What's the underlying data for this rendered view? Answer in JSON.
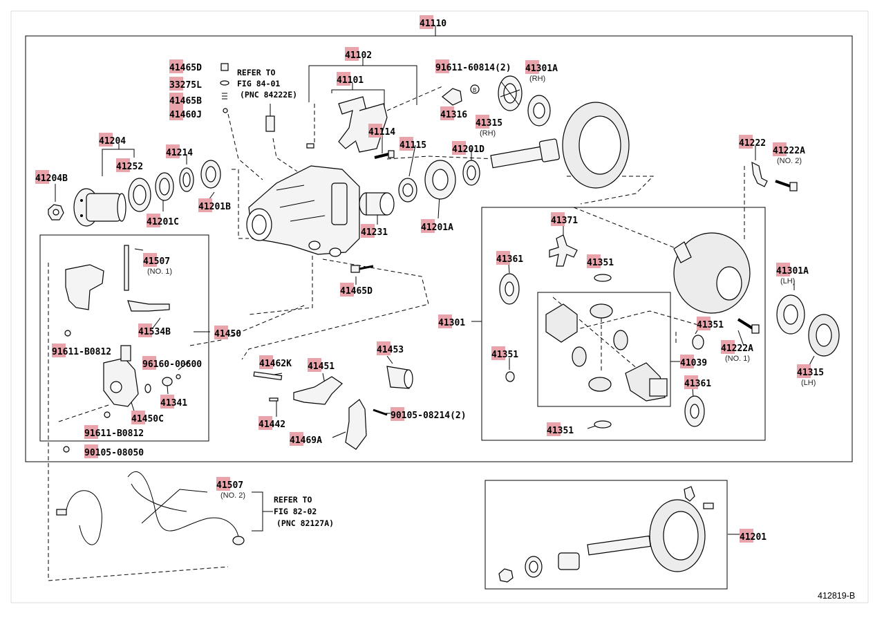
{
  "diagram": {
    "code": "412819-B",
    "parts": [
      {
        "id": "41110",
        "label": "41110"
      },
      {
        "id": "41102",
        "label": "41102"
      },
      {
        "id": "41101",
        "label": "41101"
      },
      {
        "id": "41114",
        "label": "41114"
      },
      {
        "id": "41115",
        "label": "41115"
      },
      {
        "id": "41316",
        "label": "41316"
      },
      {
        "id": "41315-rh",
        "label": "41315",
        "sub": "(RH)"
      },
      {
        "id": "91611-60814",
        "label": "91611-60814(2)"
      },
      {
        "id": "41301a-rh",
        "label": "41301A",
        "sub": "(RH)"
      },
      {
        "id": "41201d",
        "label": "41201D"
      },
      {
        "id": "41222",
        "label": "41222"
      },
      {
        "id": "41222a-no2",
        "label": "41222A",
        "sub": "(NO. 2)"
      },
      {
        "id": "41465d-top",
        "label": "41465D"
      },
      {
        "id": "33275l",
        "label": "33275L"
      },
      {
        "id": "41465b",
        "label": "41465B"
      },
      {
        "id": "41460j",
        "label": "41460J"
      },
      {
        "id": "41204",
        "label": "41204"
      },
      {
        "id": "41252",
        "label": "41252"
      },
      {
        "id": "41214",
        "label": "41214"
      },
      {
        "id": "41204b",
        "label": "41204B"
      },
      {
        "id": "41201c",
        "label": "41201C"
      },
      {
        "id": "41201b",
        "label": "41201B"
      },
      {
        "id": "41231",
        "label": "41231"
      },
      {
        "id": "41201a",
        "label": "41201A"
      },
      {
        "id": "41465d-bottom",
        "label": "41465D"
      },
      {
        "id": "41507-no1",
        "label": "41507",
        "sub": "(NO. 1)"
      },
      {
        "id": "41534b",
        "label": "41534B"
      },
      {
        "id": "41450",
        "label": "41450"
      },
      {
        "id": "91611-b0812-a",
        "label": "91611-B0812"
      },
      {
        "id": "96160-00600",
        "label": "96160-00600"
      },
      {
        "id": "41341",
        "label": "41341"
      },
      {
        "id": "41450c",
        "label": "41450C"
      },
      {
        "id": "91611-b0812-b",
        "label": "91611-B0812"
      },
      {
        "id": "90105-08050",
        "label": "90105-08050"
      },
      {
        "id": "41462k",
        "label": "41462K"
      },
      {
        "id": "41451",
        "label": "41451"
      },
      {
        "id": "41453",
        "label": "41453"
      },
      {
        "id": "41442",
        "label": "41442"
      },
      {
        "id": "41469a",
        "label": "41469A"
      },
      {
        "id": "90105-08214",
        "label": "90105-08214(2)"
      },
      {
        "id": "41371",
        "label": "41371"
      },
      {
        "id": "41361-top",
        "label": "41361"
      },
      {
        "id": "41351-a",
        "label": "41351"
      },
      {
        "id": "41301",
        "label": "41301"
      },
      {
        "id": "41351-b",
        "label": "41351"
      },
      {
        "id": "41351-c",
        "label": "41351"
      },
      {
        "id": "41351-d",
        "label": "41351"
      },
      {
        "id": "41039",
        "label": "41039"
      },
      {
        "id": "41361-bottom",
        "label": "41361"
      },
      {
        "id": "41301a-lh",
        "label": "41301A",
        "sub": "(LH)"
      },
      {
        "id": "41222a-no1",
        "label": "41222A",
        "sub": "(NO. 1)"
      },
      {
        "id": "41315-lh",
        "label": "41315",
        "sub": "(LH)"
      },
      {
        "id": "41507-no2",
        "label": "41507",
        "sub": "(NO. 2)"
      },
      {
        "id": "41201",
        "label": "41201"
      }
    ],
    "refer_1": [
      "REFER TO",
      "FIG 84-01",
      "(PNC 84222E)"
    ],
    "refer_2": [
      "REFER TO",
      "FIG 82-02",
      "(PNC 82127A)"
    ],
    "colors": {
      "highlight": "#e8a3ab",
      "line": "#000000",
      "background": "#ffffff"
    }
  }
}
